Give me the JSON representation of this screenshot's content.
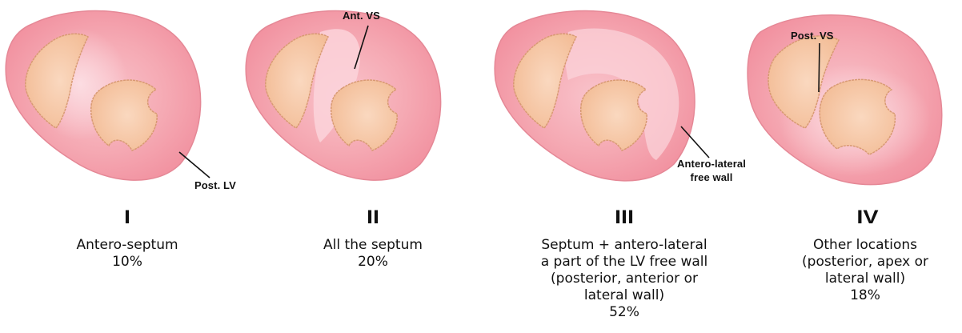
{
  "panels": [
    {
      "numeral": "I",
      "callout": "Post. LV",
      "caption_lines": [
        "Antero-septum"
      ],
      "percent": "10%"
    },
    {
      "numeral": "II",
      "callout": "Ant. VS",
      "caption_lines": [
        "All the septum"
      ],
      "percent": "20%"
    },
    {
      "numeral": "III",
      "callout_lines": [
        "Antero-lateral",
        "free wall"
      ],
      "caption_lines": [
        "Septum + antero-lateral",
        "a part of the LV free wall",
        "(posterior, anterior or",
        "lateral wall)"
      ],
      "percent": "52%"
    },
    {
      "numeral": "IV",
      "callout": "Post. VS",
      "caption_lines": [
        "Other locations",
        "(posterior, apex or",
        "lateral wall)"
      ],
      "percent": "18%"
    }
  ],
  "colors": {
    "myocardium": "#f4a3ad",
    "myocardium_outline": "#e07a88",
    "cavity": "#f6c9a6",
    "cavity_outline": "#d4956a",
    "infarct_zone": "#f7b7c0",
    "text": "#111111"
  }
}
